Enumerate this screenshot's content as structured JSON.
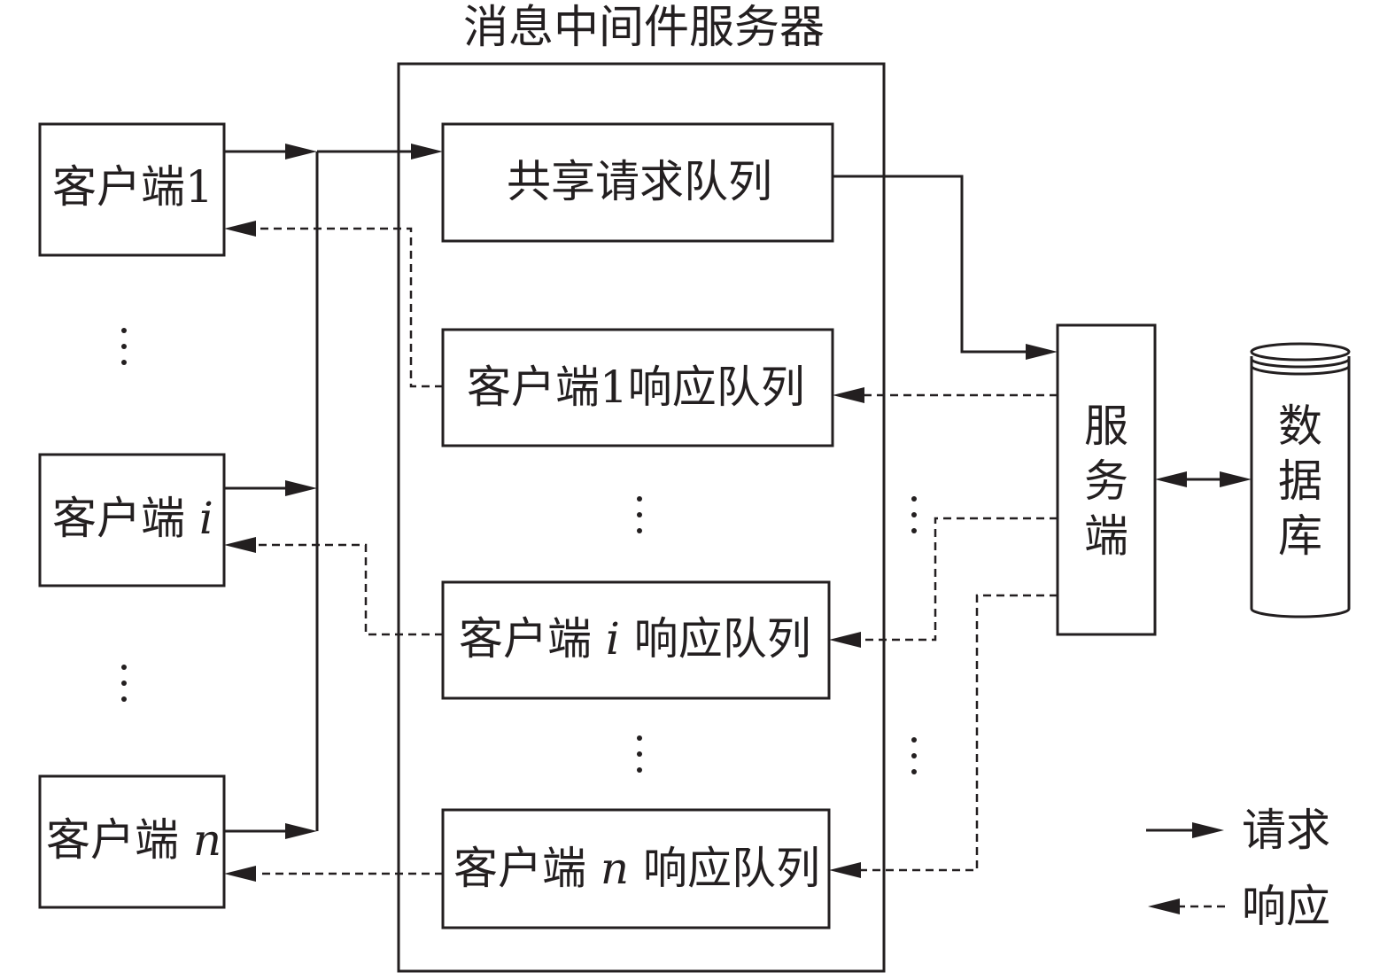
{
  "title": "消息中间件服务器",
  "clients": [
    {
      "prefix": "客户端",
      "var": "",
      "suffix": "1"
    },
    {
      "prefix": "客户端 ",
      "var": "i",
      "suffix": ""
    },
    {
      "prefix": "客户端 ",
      "var": "n",
      "suffix": ""
    }
  ],
  "queues": {
    "shared": "共享请求队列",
    "response": [
      {
        "prefix": "客户端",
        "var": "",
        "suffix": "1响应队列"
      },
      {
        "prefix": "客户端 ",
        "var": "i",
        "suffix": " 响应队列"
      },
      {
        "prefix": "客户端 ",
        "var": "n",
        "suffix": " 响应队列"
      }
    ]
  },
  "server": {
    "chars": [
      "服",
      "务",
      "端"
    ]
  },
  "database": {
    "chars": [
      "数",
      "据",
      "库"
    ]
  },
  "legend": {
    "request": "请求",
    "response": "响应"
  }
}
